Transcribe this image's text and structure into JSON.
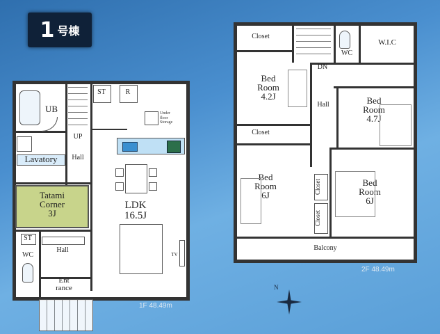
{
  "badge": {
    "number": "1",
    "suffix": "号棟"
  },
  "floor1": {
    "caption": "1F 48.49m",
    "rooms": {
      "ub": "UB",
      "st": "ST",
      "r": "R",
      "up": "UP",
      "hall_upper": "Hall",
      "lavatory": "Lavatory",
      "tatami_line1": "Tatami",
      "tatami_line2": "Corner",
      "tatami_size": "3J",
      "ldk": "LDK",
      "ldk_size": "16.5J",
      "st2": "ST",
      "hall_lower": "Hall",
      "wc": "WC",
      "entrance_line1": "Ent",
      "entrance_line2": "rance",
      "tv": "TV",
      "under_floor_line1": "Under",
      "under_floor_line2": "floor",
      "under_floor_line3": "Storage"
    }
  },
  "floor2": {
    "caption": "2F 48.49m",
    "rooms": {
      "closet_top": "Closet",
      "wc": "WC",
      "wic": "W.I.C",
      "dn": "DN",
      "bed1_line1": "Bed",
      "bed1_line2": "Room",
      "bed1_size": "4.2J",
      "hall": "Hall",
      "bed2_line1": "Bed",
      "bed2_line2": "Room",
      "bed2_size": "4.7J",
      "closet_mid": "Closet",
      "bed3_line1": "Bed",
      "bed3_line2": "Room",
      "bed3_size": "6J",
      "closet_v1": "Closet",
      "closet_v2": "Closet",
      "bed4_line1": "Bed",
      "bed4_line2": "Room",
      "bed4_size": "6J",
      "balcony": "Balcony"
    }
  },
  "compass": {
    "label": "N"
  }
}
